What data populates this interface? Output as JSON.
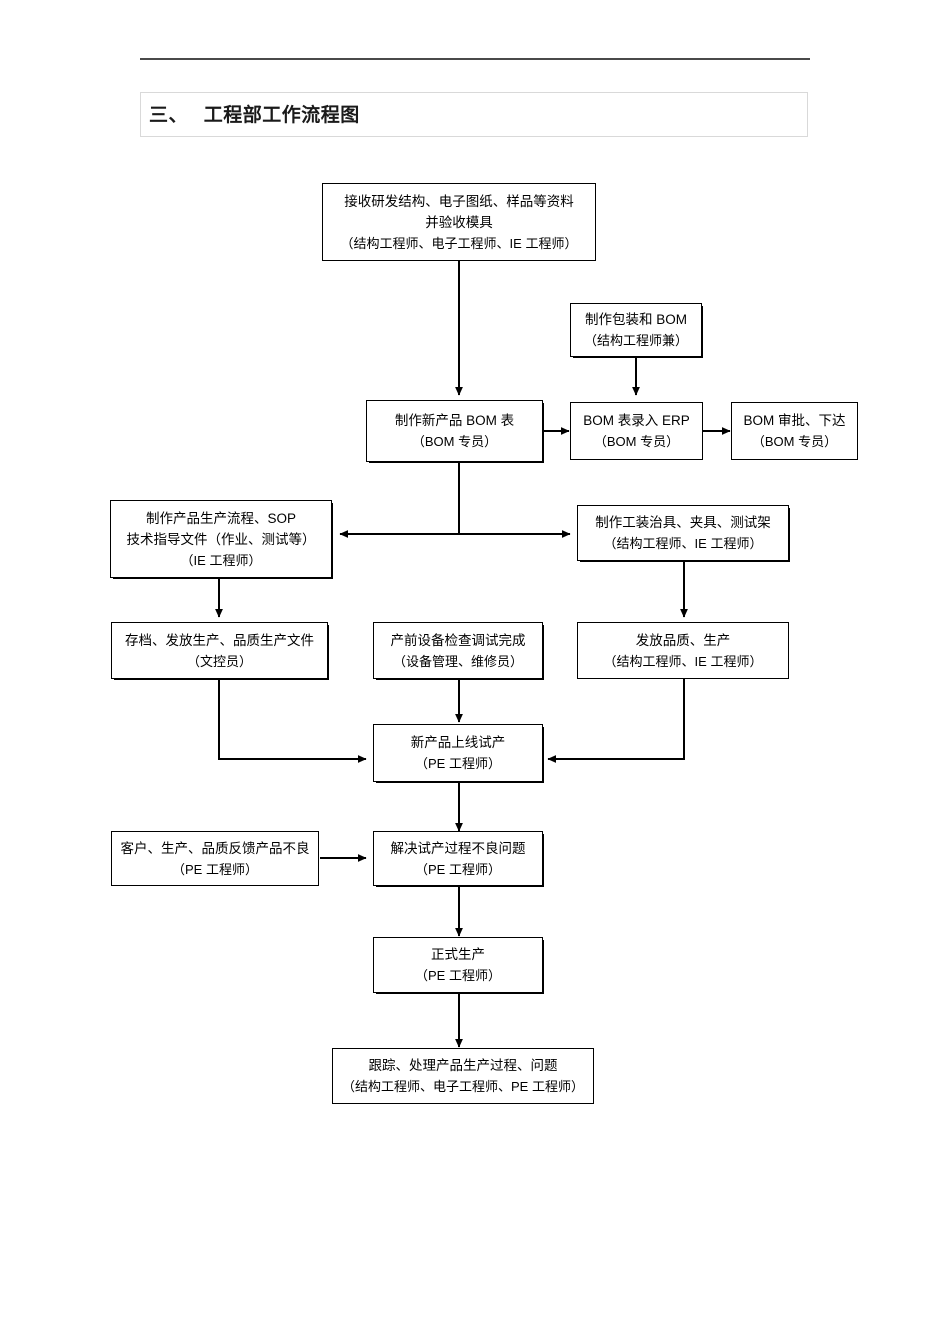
{
  "document": {
    "section_number": "三、",
    "section_title": "工程部工作流程图",
    "title_full": "三、   工程部工作流程图"
  },
  "flowchart": {
    "type": "flowchart",
    "orientation": "top-to-bottom",
    "nodes": [
      {
        "id": "receive",
        "lines": [
          "接收研发结构、电子图纸、样品等资料",
          "并验收模具",
          "（结构工程师、电子工程师、IE 工程师）"
        ]
      },
      {
        "id": "packaging-bom",
        "lines": [
          "制作包装和 BOM",
          "（结构工程师兼）"
        ]
      },
      {
        "id": "new-product-bom",
        "lines": [
          "制作新产品 BOM 表",
          "（BOM 专员）"
        ]
      },
      {
        "id": "bom-into-erp",
        "lines": [
          "BOM 表录入 ERP",
          "（BOM 专员）"
        ]
      },
      {
        "id": "bom-approval",
        "lines": [
          "BOM 审批、下达",
          "（BOM 专员）"
        ]
      },
      {
        "id": "sop-docs",
        "lines": [
          "制作产品生产流程、SOP",
          "技术指导文件（作业、测试等）",
          "（IE 工程师）"
        ]
      },
      {
        "id": "fixtures",
        "lines": [
          "制作工装治具、夹具、测试架",
          "（结构工程师、IE 工程师）"
        ]
      },
      {
        "id": "archive-release",
        "lines": [
          "存档、发放生产、品质生产文件",
          "（文控员）"
        ]
      },
      {
        "id": "equipment-check",
        "lines": [
          "产前设备检查调试完成",
          "（设备管理、维修员）"
        ]
      },
      {
        "id": "release-quality",
        "lines": [
          "发放品质、生产",
          "（结构工程师、IE 工程师）"
        ]
      },
      {
        "id": "trial-production",
        "lines": [
          "新产品上线试产",
          "（PE 工程师）"
        ]
      },
      {
        "id": "defect-feedback",
        "lines": [
          "客户、生产、品质反馈产品不良",
          "（PE 工程师）"
        ]
      },
      {
        "id": "solve-defects",
        "lines": [
          "解决试产过程不良问题",
          "（PE 工程师）"
        ]
      },
      {
        "id": "mass-production",
        "lines": [
          "正式生产",
          "（PE 工程师）"
        ]
      },
      {
        "id": "tracking",
        "lines": [
          "跟踪、处理产品生产过程、问题",
          "（结构工程师、电子工程师、PE 工程师）"
        ]
      }
    ],
    "edges": [
      {
        "from": "receive",
        "to": "new-product-bom"
      },
      {
        "from": "packaging-bom",
        "to": "bom-into-erp"
      },
      {
        "from": "new-product-bom",
        "to": "bom-into-erp"
      },
      {
        "from": "bom-into-erp",
        "to": "bom-approval"
      },
      {
        "from": "new-product-bom",
        "to": "sop-docs"
      },
      {
        "from": "new-product-bom",
        "to": "fixtures"
      },
      {
        "from": "sop-docs",
        "to": "archive-release"
      },
      {
        "from": "fixtures",
        "to": "release-quality"
      },
      {
        "from": "archive-release",
        "to": "trial-production"
      },
      {
        "from": "equipment-check",
        "to": "trial-production"
      },
      {
        "from": "release-quality",
        "to": "trial-production"
      },
      {
        "from": "trial-production",
        "to": "solve-defects"
      },
      {
        "from": "defect-feedback",
        "to": "solve-defects"
      },
      {
        "from": "solve-defects",
        "to": "mass-production"
      },
      {
        "from": "mass-production",
        "to": "tracking"
      }
    ],
    "colors": {
      "box_border": "#000000",
      "connector": "#000000",
      "background": "#ffffff",
      "header_rule": "#4a4a4a",
      "title_band_border": "#d9d9d9"
    }
  }
}
